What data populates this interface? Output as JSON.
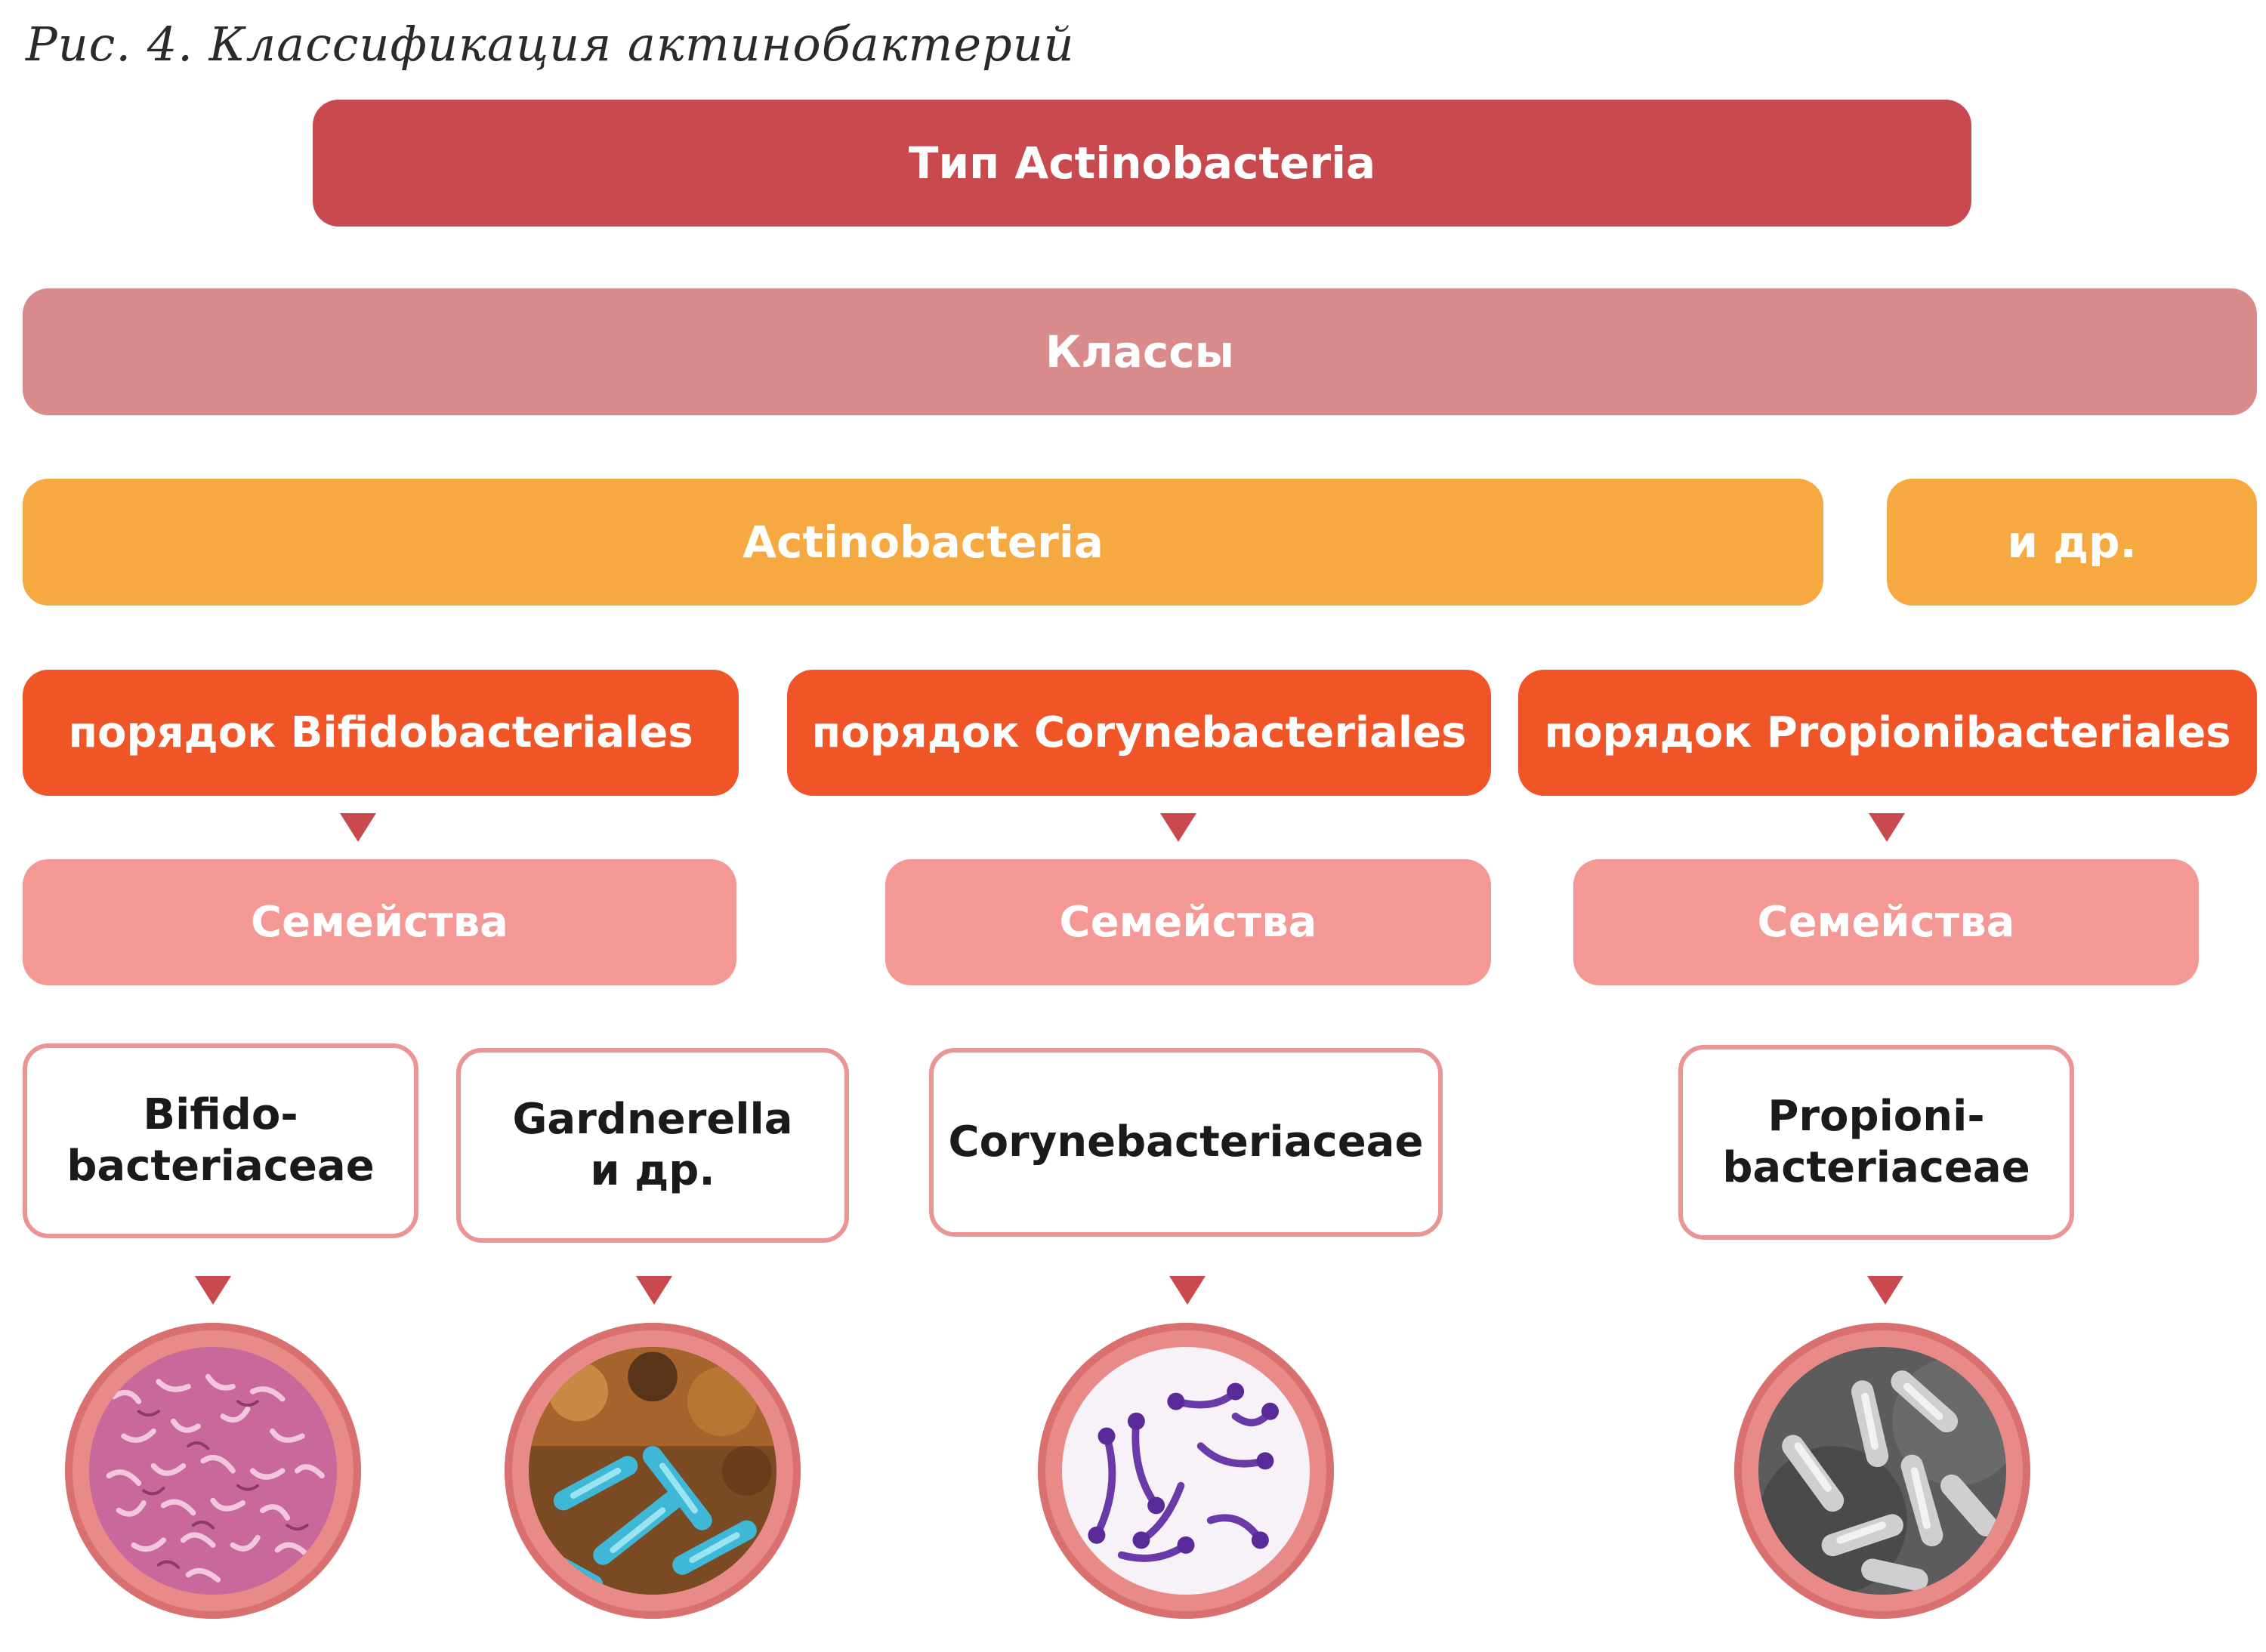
{
  "caption": "Рис. 4. Классификация актинобактерий",
  "phylum": "Тип Actinobacteria",
  "classes": "Классы",
  "class_actinobacteria": "Actinobacteria",
  "class_other": "и др.",
  "orders": [
    "порядок Bifidobacteriales",
    "порядок Corynebacteriales",
    "порядок Propionibacteriales"
  ],
  "families_label": "Семейства",
  "genera": [
    {
      "line1": "Bifido-",
      "line2": "bacteriaceae"
    },
    {
      "line1": "Gardnerella",
      "line2": "и др."
    },
    {
      "line1": "Corynebacteriaceae",
      "line2": ""
    },
    {
      "line1": "Propioni-",
      "line2": "bacteriaceae"
    }
  ],
  "colors": {
    "phylum": "#c84a4e",
    "classes": "#d98b8c",
    "class": "#f7a941",
    "order": "#ef5527",
    "family": "#f49896",
    "genus_border": "#e99593"
  }
}
